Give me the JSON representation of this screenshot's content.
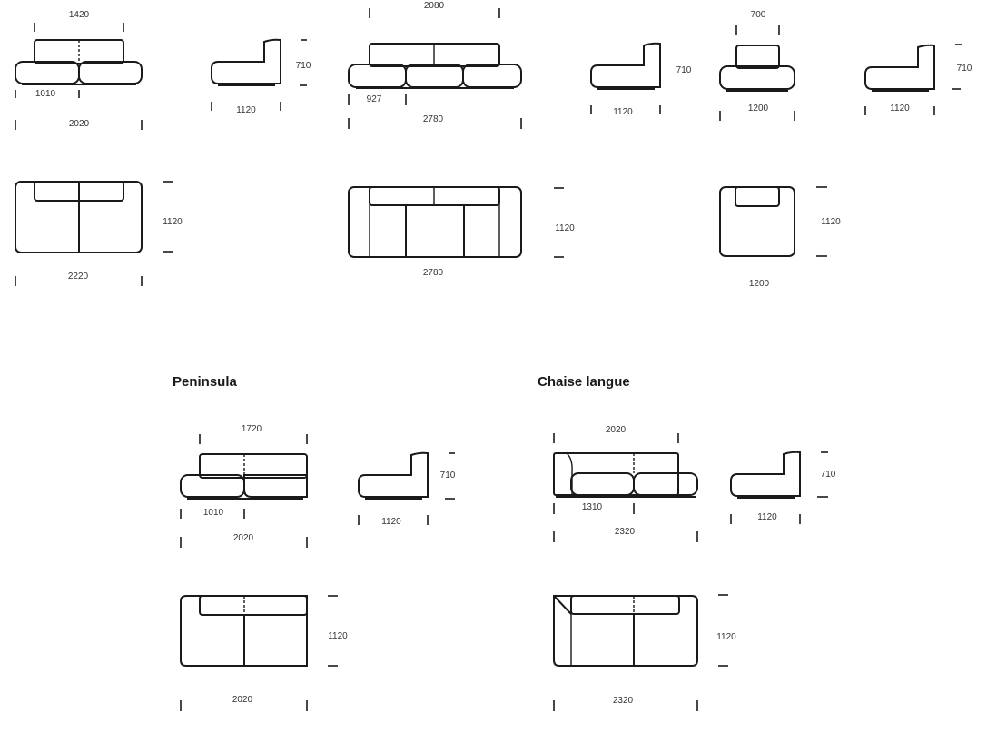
{
  "colors": {
    "line": "#1a1a1a",
    "text": "#333333",
    "background": "#ffffff"
  },
  "sections": {
    "peninsula": {
      "title": "Peninsula"
    },
    "chaise_langue": {
      "title": "Chaise langue"
    }
  },
  "top_row": {
    "sofa_2seat": {
      "back_width": "1420",
      "seat_width": "1010",
      "total_width": "2020"
    },
    "side_1": {
      "depth": "1120",
      "height": "710"
    },
    "sofa_3seat": {
      "back_width": "2080",
      "seat_width": "927",
      "total_width": "2780"
    },
    "side_2": {
      "depth": "1120",
      "height": "710"
    },
    "armchair": {
      "back_width": "700",
      "total_width": "1200"
    },
    "side_3": {
      "depth": "1120",
      "height": "710"
    }
  },
  "plan_row": {
    "sofa_2seat": {
      "width": "2220",
      "depth": "1120"
    },
    "sofa_3seat": {
      "width": "2780",
      "depth": "1120"
    },
    "armchair": {
      "width": "1200",
      "depth": "1120"
    }
  },
  "peninsula": {
    "front": {
      "back_width": "1720",
      "seat_width": "1010",
      "total_width": "2020"
    },
    "side": {
      "depth": "1120",
      "height": "710"
    },
    "plan": {
      "width": "2020",
      "depth": "1120"
    }
  },
  "chaise_langue": {
    "front": {
      "back_width": "2020",
      "seat_width": "1310",
      "total_width": "2320"
    },
    "side": {
      "depth": "1120",
      "height": "710"
    },
    "plan": {
      "width": "2320",
      "depth": "1120"
    }
  }
}
